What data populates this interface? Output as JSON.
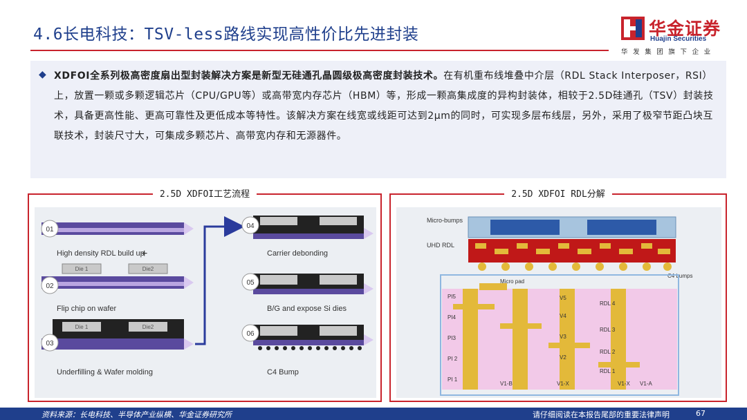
{
  "header": {
    "title": "4.6长电科技：TSV-less路线实现高性价比先进封装"
  },
  "logo": {
    "name_cn": "华金证券",
    "name_en": "Huajin Securities",
    "tagline": "华发集团旗下企业"
  },
  "summary": {
    "bold_lead": "XDFOI全系列极高密度扇出型封装解决方案是新型无硅通孔晶圆级极高密度封装技术。",
    "body": "在有机重布线堆叠中介层（RDL Stack Interposer，RSI）上，放置一颗或多颗逻辑芯片（CPU/GPU等）或高带宽内存芯片（HBM）等，形成一颗高集成度的异构封装体，相较于2.5D硅通孔（TSV）封装技术，具备更高性能、更高可靠性及更低成本等特性。该解决方案在线宽或线距可达到2μm的同时，可实现多层布线层，另外，采用了极窄节距凸块互联技术，封装尺寸大，可集成多颗芯片、高带宽内存和无源器件。"
  },
  "left_panel": {
    "caption": "2.5D XDFOI工艺流程",
    "steps": [
      {
        "num": "01",
        "label": "High density RDL build up"
      },
      {
        "num": "02",
        "label": "Flip chip on wafer"
      },
      {
        "num": "03",
        "label": "Underfilling & Wafer molding"
      },
      {
        "num": "04",
        "label": "Carrier debonding"
      },
      {
        "num": "05",
        "label": "B/G and expose Si dies"
      },
      {
        "num": "06",
        "label": "C4 Bump"
      }
    ],
    "die1": "Die 1",
    "die2": "Die2"
  },
  "right_panel": {
    "caption": "2.5D XDFOI RDL分解",
    "labels": {
      "micro_bumps": "Micro-bumps",
      "uhd_rdl": "UHD RDL",
      "c4_bumps": "C4 bumps",
      "micro_pad": "Micro pad",
      "pi5": "PI5",
      "pi4": "PI4",
      "pi3": "PI3",
      "pi2": "PI 2",
      "pi1": "PI 1",
      "v5": "V5",
      "v4": "V4",
      "v3": "V3",
      "v2": "V2",
      "v1b": "V1-B",
      "v1a": "V1-A",
      "v1x": "V1-X",
      "rdl4": "RDL 4",
      "rdl3": "RDL 3",
      "rdl2": "RDL 2",
      "rdl1": "RDL 1"
    }
  },
  "footer": {
    "source": "资料来源：长电科技、半导体产业纵横、华金证券研究所",
    "disclaimer": "请仔细阅读在本报告尾部的重要法律声明",
    "page": "67"
  },
  "colors": {
    "brand_blue": "#1f3f8c",
    "brand_red": "#c8232c",
    "summary_bg": "#eef0f8"
  }
}
